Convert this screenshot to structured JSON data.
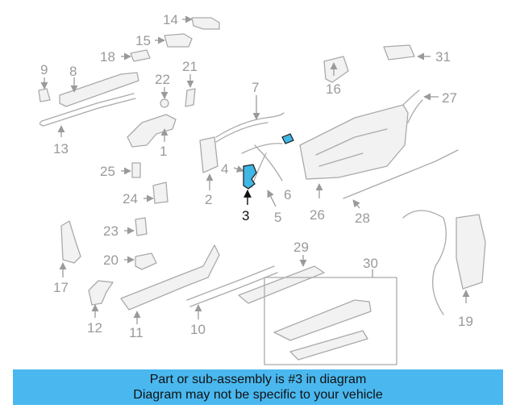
{
  "diagram": {
    "labels": [
      "1",
      "2",
      "3",
      "4",
      "5",
      "6",
      "7",
      "8",
      "9",
      "10",
      "11",
      "12",
      "13",
      "14",
      "15",
      "16",
      "17",
      "18",
      "19",
      "20",
      "21",
      "22",
      "23",
      "24",
      "25",
      "26",
      "27",
      "28",
      "29",
      "30",
      "31"
    ],
    "highlighted_part": "3",
    "colors": {
      "highlight": "#3fb6e3",
      "parts": "#aaaaaa",
      "labels": "#9a9a9a",
      "banner": "#4ab8ef"
    }
  },
  "banner": {
    "line1": "Part or sub-assembly is #3 in diagram",
    "line2": "Diagram may not be specific to your vehicle"
  }
}
